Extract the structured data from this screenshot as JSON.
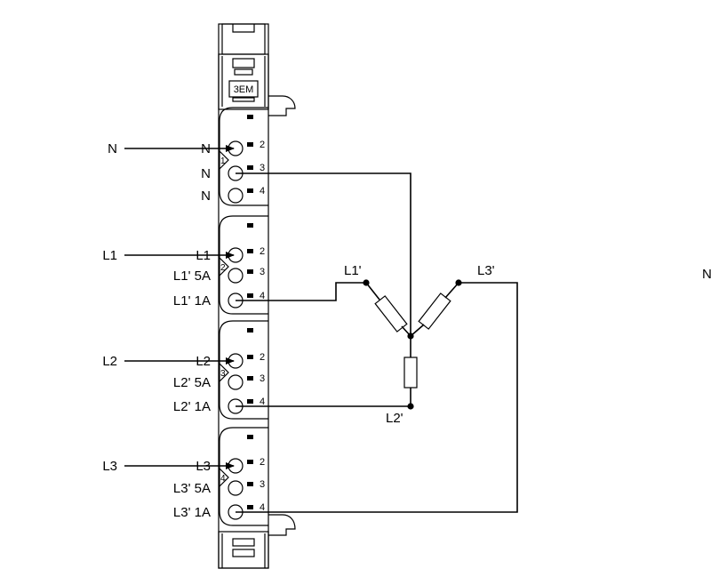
{
  "module": {
    "label": "3EM",
    "blocks": [
      {
        "channel": "1",
        "rows": [
          {
            "pin": "2",
            "label": "N",
            "input": "N"
          },
          {
            "pin": "3",
            "label": "N"
          },
          {
            "pin": "4",
            "label": "N"
          }
        ]
      },
      {
        "channel": "2",
        "rows": [
          {
            "pin": "2",
            "label": "L1",
            "input": "L1"
          },
          {
            "pin": "3",
            "label": "L1' 5A"
          },
          {
            "pin": "4",
            "label": "L1' 1A"
          }
        ]
      },
      {
        "channel": "3",
        "rows": [
          {
            "pin": "2",
            "label": "L2",
            "input": "L2"
          },
          {
            "pin": "3",
            "label": "L2' 5A"
          },
          {
            "pin": "4",
            "label": "L2' 1A"
          }
        ]
      },
      {
        "channel": "4",
        "rows": [
          {
            "pin": "2",
            "label": "L3",
            "input": "L3"
          },
          {
            "pin": "3",
            "label": "L3' 5A"
          },
          {
            "pin": "4",
            "label": "L3' 1A"
          }
        ]
      }
    ]
  },
  "load": {
    "l1_label": "L1'",
    "l2_label": "L2'",
    "l3_label": "L3'",
    "neutral_label": "N"
  }
}
